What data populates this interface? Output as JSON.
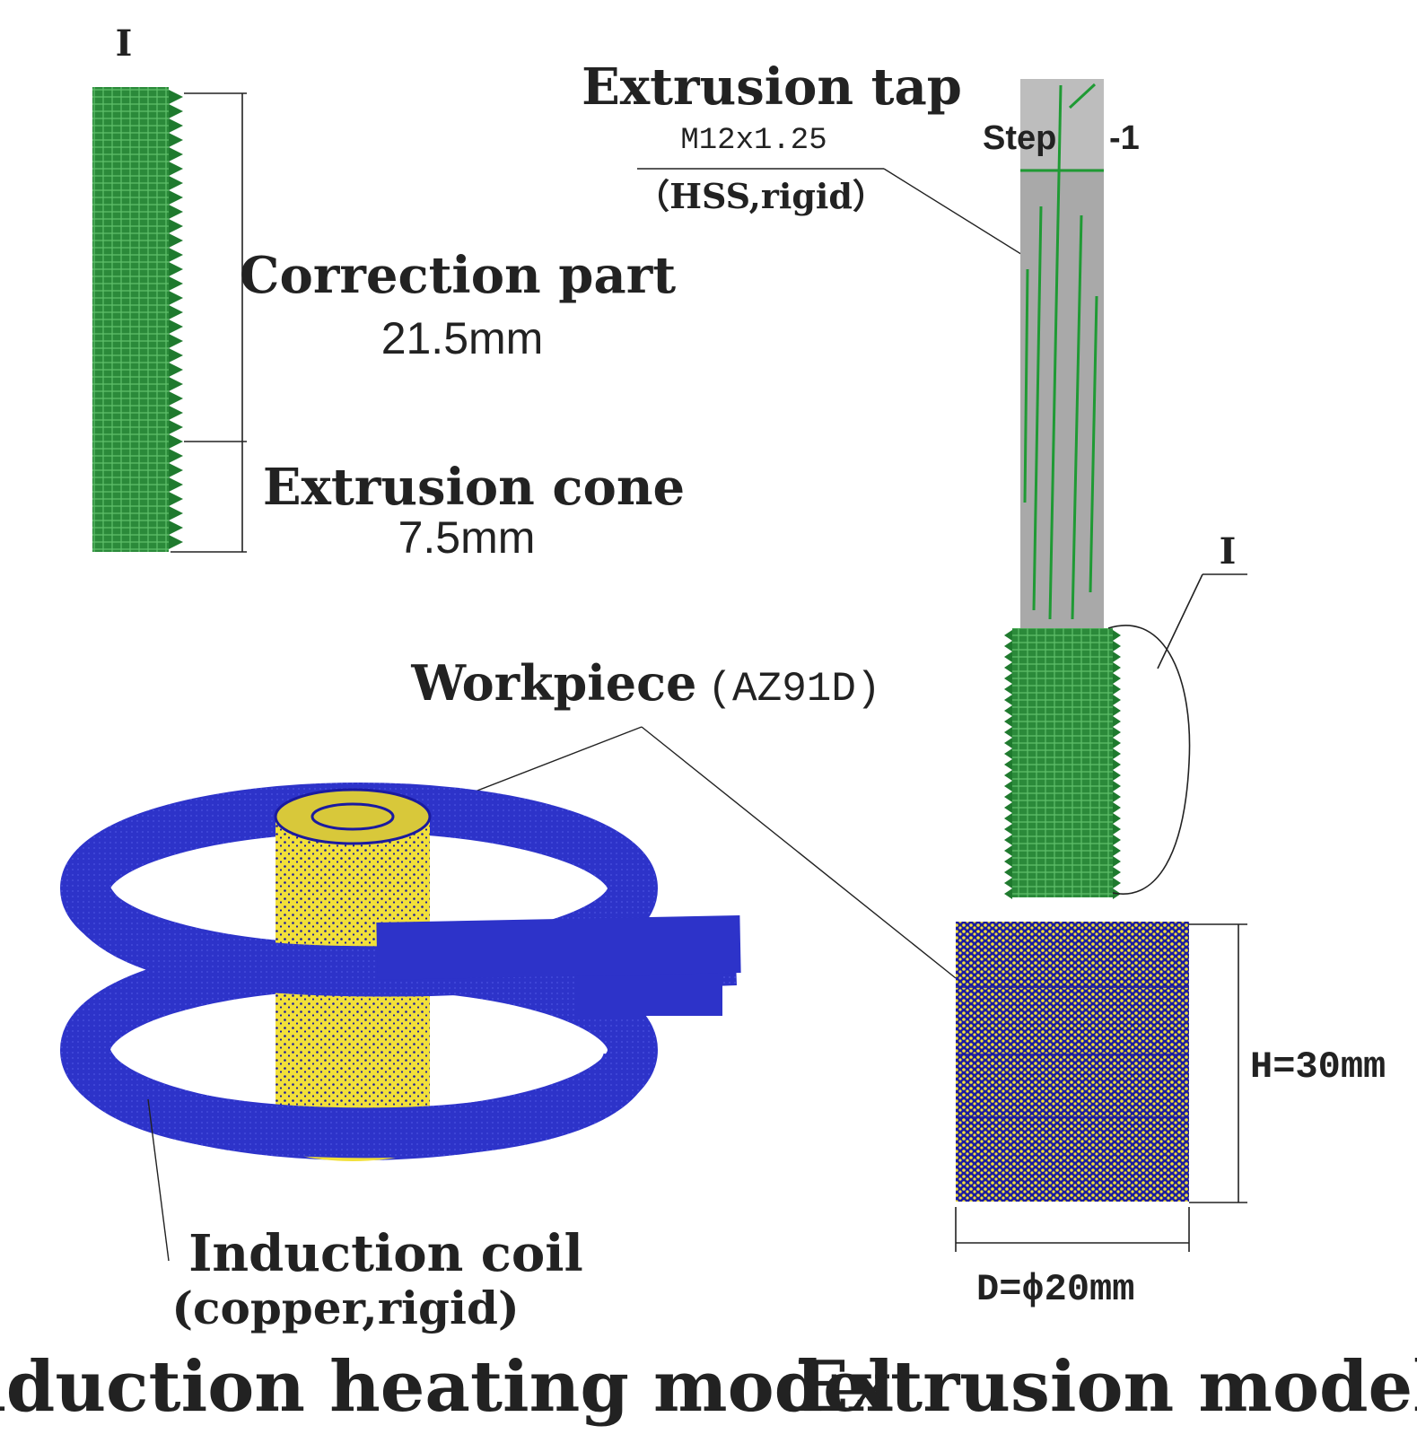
{
  "roman_numeral": "I",
  "tap_detail": {
    "correction_label": "Correction part",
    "correction_length": "21.5mm",
    "cone_label": "Extrusion cone",
    "cone_length": "7.5mm"
  },
  "extrusion_tap": {
    "title": "Extrusion tap",
    "spec": "M12x1.25",
    "material": "（HSS,rigid）",
    "step_label": "Step",
    "step_value": "-1"
  },
  "workpiece": {
    "label": "Workpiece",
    "material": "(AZ91D)",
    "height_label": "H=30mm",
    "diameter_label": "D=ϕ20mm"
  },
  "coil": {
    "label": "Induction coil",
    "material": "(copper,rigid)"
  },
  "captions": {
    "left": "Induction heating model",
    "right": "Extrusion model"
  },
  "colors": {
    "tap_green": "#1f7a2e",
    "tap_gray": "#a8a8a8",
    "coil_blue": "#2a2fc4",
    "workpiece_yellow": "#f2e03a",
    "mesh_blue": "#1a1aa0"
  }
}
